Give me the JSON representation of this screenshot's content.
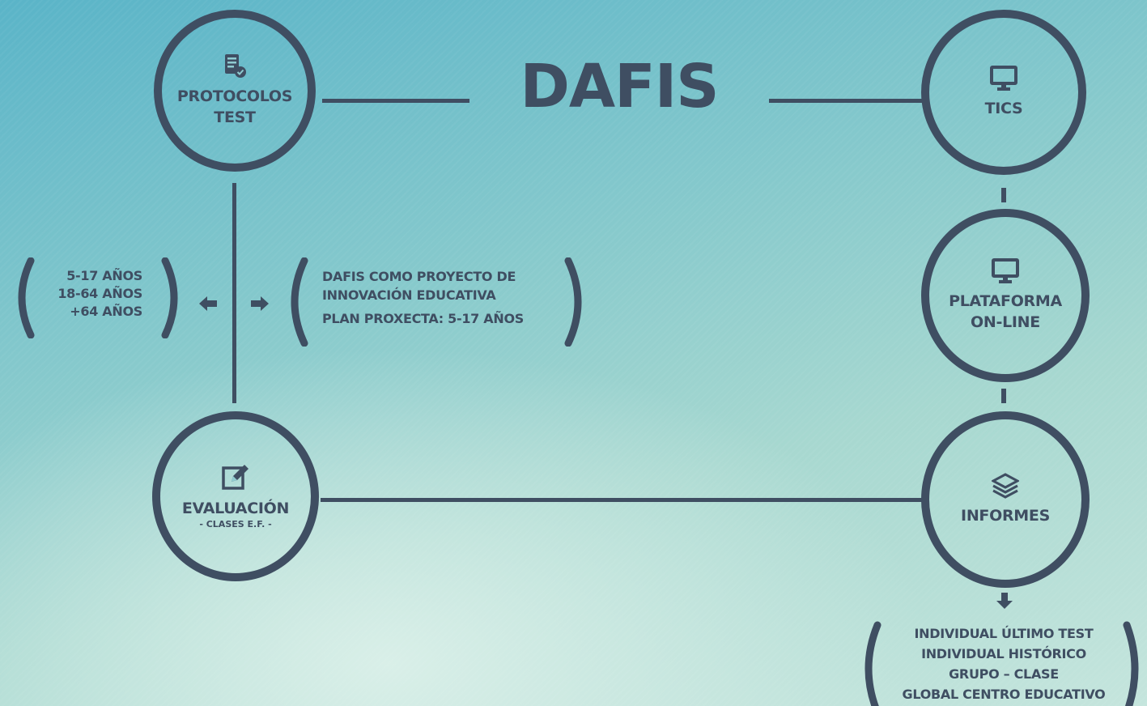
{
  "title": "DAFIS",
  "nodes": {
    "protocolos": {
      "line1": "PROTOCOLOS",
      "line2": "TEST",
      "icon": "notebook-check-icon"
    },
    "tics": {
      "label": "TICS",
      "icon": "monitor-icon"
    },
    "plataforma": {
      "line1": "PLATAFORMA",
      "line2": "ON-LINE",
      "icon": "monitor-icon"
    },
    "evaluacion": {
      "label": "EVALUACIÓN",
      "sub": "- CLASES E.F. -",
      "icon": "edit-square-icon"
    },
    "informes": {
      "label": "INFORMES",
      "icon": "layers-icon"
    }
  },
  "age_ranges": [
    "5-17 AÑOS",
    "18-64 AÑOS",
    "+64 AÑOS"
  ],
  "project": [
    "DAFIS COMO PROYECTO DE",
    "INNOVACIÓN EDUCATIVA",
    "PLAN PROXECTA: 5-17 AÑOS"
  ],
  "reports": [
    "INDIVIDUAL ÚLTIMO TEST",
    "INDIVIDUAL HISTÓRICO",
    "GRUPO – CLASE",
    "GLOBAL CENTRO EDUCATIVO"
  ],
  "colors": {
    "ink": "#3f4e62",
    "bg_top": "#5ab4c8",
    "bg_bottom": "#c5e5dd"
  }
}
